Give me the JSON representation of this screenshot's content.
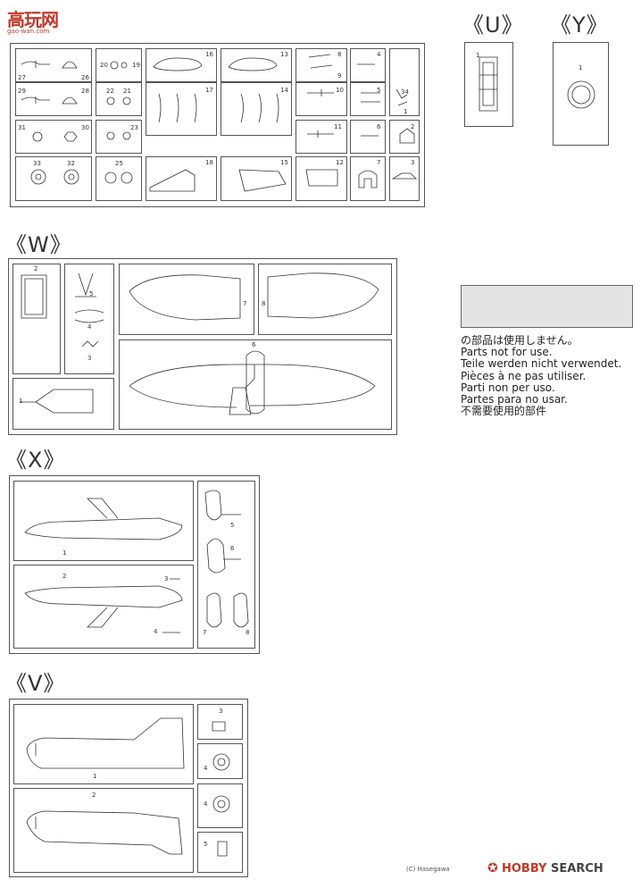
{
  "watermark": {
    "brand": "高玩网",
    "site": "gao-wan.com"
  },
  "sections": {
    "u": "《U》",
    "y": "《Y》",
    "w": "《W》",
    "x": "《X》",
    "v": "《V》"
  },
  "sprue_main": {
    "part_numbers": [
      "27",
      "26",
      "29",
      "28",
      "31",
      "30",
      "33",
      "32",
      "20",
      "19",
      "22",
      "21",
      "23",
      "25",
      "16",
      "17",
      "18",
      "13",
      "14",
      "15",
      "8",
      "9",
      "10",
      "11",
      "12",
      "4",
      "5",
      "6",
      "7",
      "34",
      "1",
      "2",
      "3"
    ]
  },
  "sprue_u": {
    "part": "1"
  },
  "sprue_y": {
    "part": "1"
  },
  "sprue_w": {
    "parts": [
      "2",
      "5",
      "4",
      "3",
      "1",
      "7",
      "8",
      "6"
    ]
  },
  "sprue_x": {
    "parts": [
      "1",
      "2",
      "3",
      "4",
      "5",
      "6",
      "7",
      "8"
    ]
  },
  "sprue_v": {
    "parts": [
      "1",
      "2",
      "3",
      "4",
      "4",
      "5"
    ]
  },
  "notice": {
    "lines": [
      "の部品は使用しません。",
      "Parts not for use.",
      "Teile werden nicht verwendet.",
      "Pièces à ne pas utiliser.",
      "Parti non per uso.",
      "Partes para no usar.",
      "不需要使用的部件"
    ]
  },
  "footer": {
    "copyright": "(C) Hasegawa",
    "brand_a": "HOBBY",
    "brand_b": "SEARCH"
  }
}
